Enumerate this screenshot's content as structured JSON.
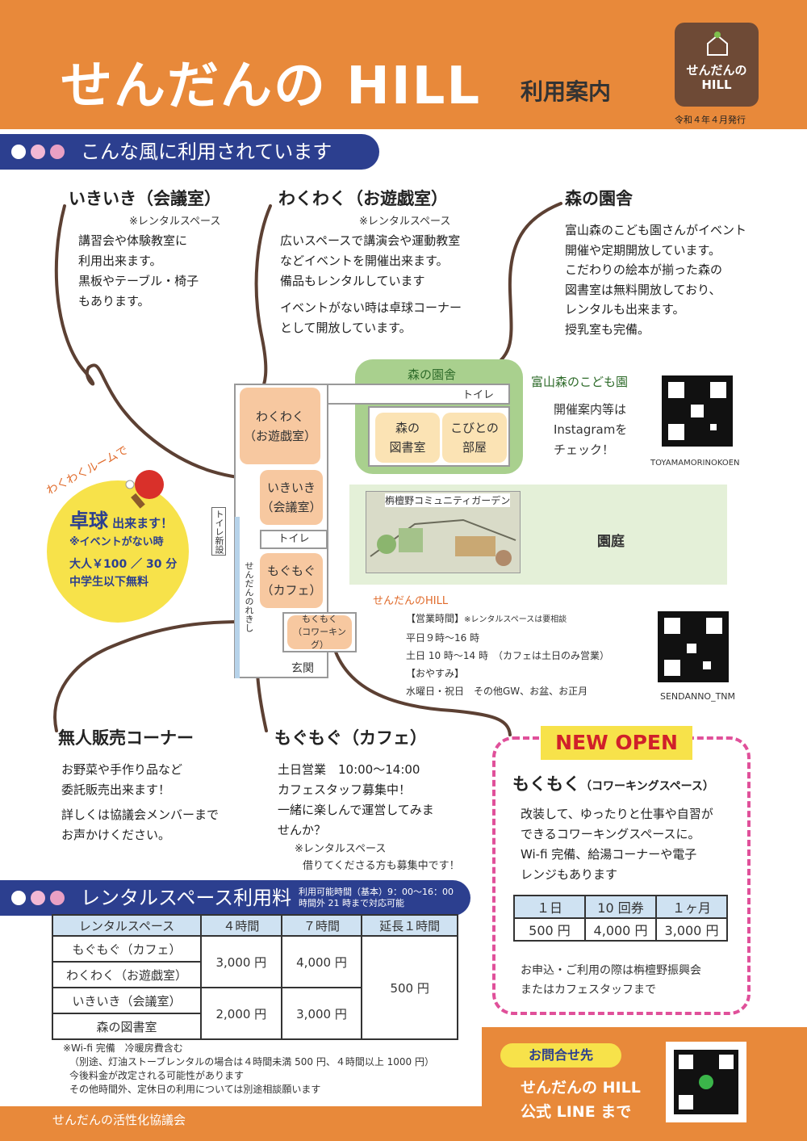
{
  "header": {
    "title": "せんだんの HILL",
    "subtitle": "利用案内",
    "logo_line1": "せんだんの",
    "logo_line2": "HILL",
    "issued": "令和４年４月発行"
  },
  "usage_banner": "こんな風に利用されています",
  "ikiiki": {
    "head": "いきいき（会議室）",
    "note": "※レンタルスペース",
    "lines": [
      "講習会や体験教室に",
      "利用出来ます。",
      "黒板やテーブル・椅子",
      "もあります。"
    ]
  },
  "wakuwaku": {
    "head": "わくわく（お遊戯室）",
    "note": "※レンタルスペース",
    "lines": [
      "広いスペースで講演会や運動教室",
      "などイベントを開催出来ます。",
      "備品もレンタルしています"
    ],
    "lines2": [
      "イベントがない時は卓球コーナー",
      "として開放しています。"
    ]
  },
  "mori": {
    "head": "森の園舎",
    "lines": [
      "富山森のこども園さんがイベント",
      "開催や定期開放しています。",
      "こだわりの絵本が揃った森の",
      "図書室は無料開放しており、",
      "レンタルも出来ます。",
      "授乳室も完備。"
    ]
  },
  "map": {
    "mori_label": "森の園舎",
    "toilet": "トイレ",
    "library_1": "森の",
    "library_2": "図書室",
    "kobito_1": "こびとの",
    "kobito_2": "部屋",
    "wakuwaku_1": "わくわく",
    "wakuwaku_2": "（お遊戯室）",
    "ikiiki_1": "いきいき",
    "ikiiki_2": "（会議室）",
    "toilet2": "トイレ",
    "mogumogu_1": "もぐもぐ",
    "mogumogu_2": "（カフェ）",
    "mokumoku_1": "もくもく",
    "mokumoku_2": "（コワーキング）",
    "entrance": "玄関",
    "new_toilet": "トイレ新設",
    "walkway": "せんだんのれきし",
    "garden_caption": "栴檀野コミュニティガーデン",
    "garden": "園庭"
  },
  "kodomoen": {
    "title": "富山森のこども園",
    "lines": [
      "開催案内等は",
      "Instagramを",
      "チェック！"
    ],
    "qr_label": "TOYAMAMORINOKOEN"
  },
  "pingpong": {
    "arc": "わくわくルームで",
    "main": "卓球",
    "main_suffix": "出来ます！",
    "note": "※イベントがない時",
    "price": "大人￥100 ／ 30 分",
    "free": "中学生以下無料"
  },
  "hours": {
    "name": "せんだんのHILL",
    "head1": "【営業時間】",
    "head1_note": "※レンタルスペースは要相談",
    "weekday": "平日９時～16 時",
    "weekend": "土日 10 時～14 時",
    "cafe_note": "（カフェは土日のみ営業）",
    "head2": "【おやすみ】",
    "holiday": "水曜日・祝日　その他GW、お盆、お正月",
    "qr_label": "SENDANNO_TNM"
  },
  "mujin": {
    "head": "無人販売コーナー",
    "lines": [
      "お野菜や手作り品など",
      "委託販売出来ます！"
    ],
    "lines2": [
      "詳しくは協議会メンバーまで",
      "お声かけください。"
    ]
  },
  "mogumogu": {
    "head": "もぐもぐ（カフェ）",
    "lines": [
      "土日営業　10:00～14:00",
      "カフェスタッフ募集中！",
      "一緒に楽しんで運営してみま",
      "せんか？"
    ],
    "note1": "※レンタルスペース",
    "note2": "借りてくださる方も募集中です！"
  },
  "mokumoku": {
    "badge": "NEW OPEN",
    "head": "もくもく",
    "head_sub": "（コワーキングスペース）",
    "lines": [
      "改装して、ゆったりと仕事や自習が",
      "できるコワーキングスペースに。",
      "Wi-fi 完備、給湯コーナーや電子",
      "レンジもあります"
    ],
    "price_headers": [
      "１日",
      "10 回券",
      "１ヶ月"
    ],
    "prices": [
      "500 円",
      "4,000 円",
      "3,000 円"
    ],
    "apply": [
      "お申込・ご利用の際は栴檀野振興会",
      "またはカフェスタッフまで"
    ]
  },
  "rental": {
    "banner": "レンタルスペース利用料",
    "hours_note1": "利用可能時間（基本）9：00～16：00",
    "hours_note2": "時間外 21 時まで対応可能",
    "headers": [
      "レンタルスペース",
      "４時間",
      "７時間",
      "延長１時間"
    ],
    "room1": "もぐもぐ（カフェ）",
    "room2": "わくわく（お遊戯室）",
    "room3": "いきいき（会議室）",
    "room4": "森の図書室",
    "price_a4": "3,000 円",
    "price_a7": "4,000 円",
    "price_b4": "2,000 円",
    "price_b7": "3,000 円",
    "price_ext": "500 円",
    "notes": [
      "※Wi-fi 完備　冷暖房費含む",
      "（別途、灯油ストーブレンタルの場合は４時間未満 500 円、４時間以上 1000 円）",
      "今後料金が改定される可能性があります",
      "その他時間外、定休日の利用については別途相談願います"
    ]
  },
  "contact": {
    "label": "お問合せ先",
    "line1": "せんだんの HILL",
    "line2": "公式 LINE まで"
  },
  "footer": "せんだんの活性化協議会",
  "colors": {
    "orange": "#e8893a",
    "navy": "#2c3f8f",
    "pink": "#e0509a",
    "red": "#d0202a",
    "yellow": "#f7e24a"
  }
}
